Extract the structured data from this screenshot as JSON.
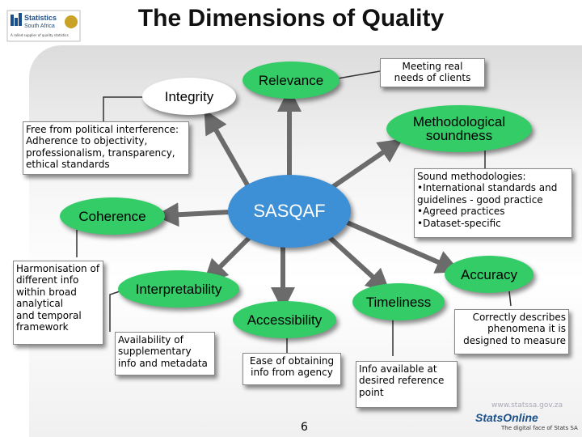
{
  "title": "The Dimensions of Quality",
  "logo": {
    "line1": "Statistics",
    "line2": "South Africa",
    "tagline": "A rolled supplier of quality statistics"
  },
  "center": "SASQAF",
  "dimensions": {
    "integrity": "Integrity",
    "relevance": "Relevance",
    "methodological": [
      "Methodological",
      "soundness"
    ],
    "coherence": "Coherence",
    "interpretability": "Interpretability",
    "accessibility": "Accessibility",
    "timeliness": "Timeliness",
    "accuracy": "Accuracy"
  },
  "descriptions": {
    "relevance": [
      "Meeting real",
      "needs of clients"
    ],
    "integrity": [
      "Free from political interference:",
      "Adherence to objectivity,",
      "professionalism, transparency,",
      "ethical standards"
    ],
    "methodological": [
      "Sound methodologies:",
      "•International standards and",
      "guidelines - good practice",
      "•Agreed practices",
      "•Dataset-specific"
    ],
    "coherence": [
      "Harmonisation of",
      "different info",
      "within broad",
      "analytical",
      "and temporal",
      "framework"
    ],
    "interpretability": [
      "Availability of",
      "supplementary",
      "info and metadata"
    ],
    "accessibility": [
      "Ease of obtaining",
      "info from agency"
    ],
    "timeliness": [
      "Info available at",
      "desired reference",
      "point"
    ],
    "accuracy": [
      "Correctly describes",
      "phenomena it is",
      "designed to measure"
    ]
  },
  "footer": {
    "url": "www.statssa.gov.za",
    "brand": "StatsOnline",
    "tagline": "The digital face of Stats SA",
    "page": "6"
  },
  "colors": {
    "ellipse": "#33cc66",
    "center": "#3d8fd6",
    "arrow": "#6b6b6b"
  }
}
